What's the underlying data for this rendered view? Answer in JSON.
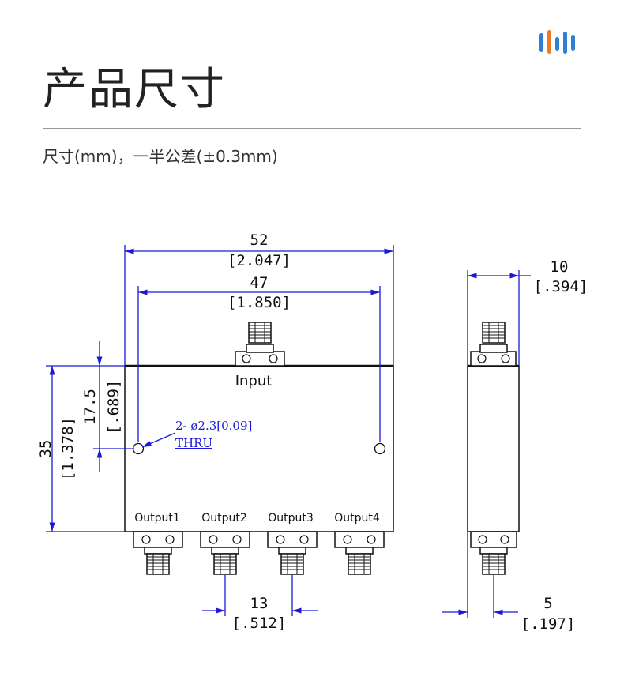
{
  "header": {
    "title": "产品尺寸",
    "subtitle": "尺寸(mm)，一半公差(±0.3mm)",
    "logo": "brand-bars-logo"
  },
  "colors": {
    "dimension_lines": "#1a1ad6",
    "outline": "#111111",
    "logo_blue": "#2f7fd6",
    "logo_orange": "#f07a22"
  },
  "drawing": {
    "front_view": {
      "input_label": "Input",
      "output_labels": [
        "Output1",
        "Output2",
        "Output3",
        "Output4"
      ],
      "dim_overall_width": {
        "mm": "52",
        "in": "[2.047]"
      },
      "dim_hole_spacing": {
        "mm": "47",
        "in": "[1.850]"
      },
      "dim_height": {
        "mm": "35",
        "in": "[1.378]"
      },
      "dim_hole_height": {
        "mm": "17.5",
        "in": "[.689]"
      },
      "dim_connector_pitch": {
        "mm": "13",
        "in": "[.512]"
      },
      "hole_note": {
        "line1": "2- ø2.3[0.09]",
        "line2": "THRU"
      }
    },
    "side_view": {
      "dim_thickness": {
        "mm": "10",
        "in": "[.394]"
      },
      "dim_connector_offset": {
        "mm": "5",
        "in": "[.197]"
      }
    }
  }
}
